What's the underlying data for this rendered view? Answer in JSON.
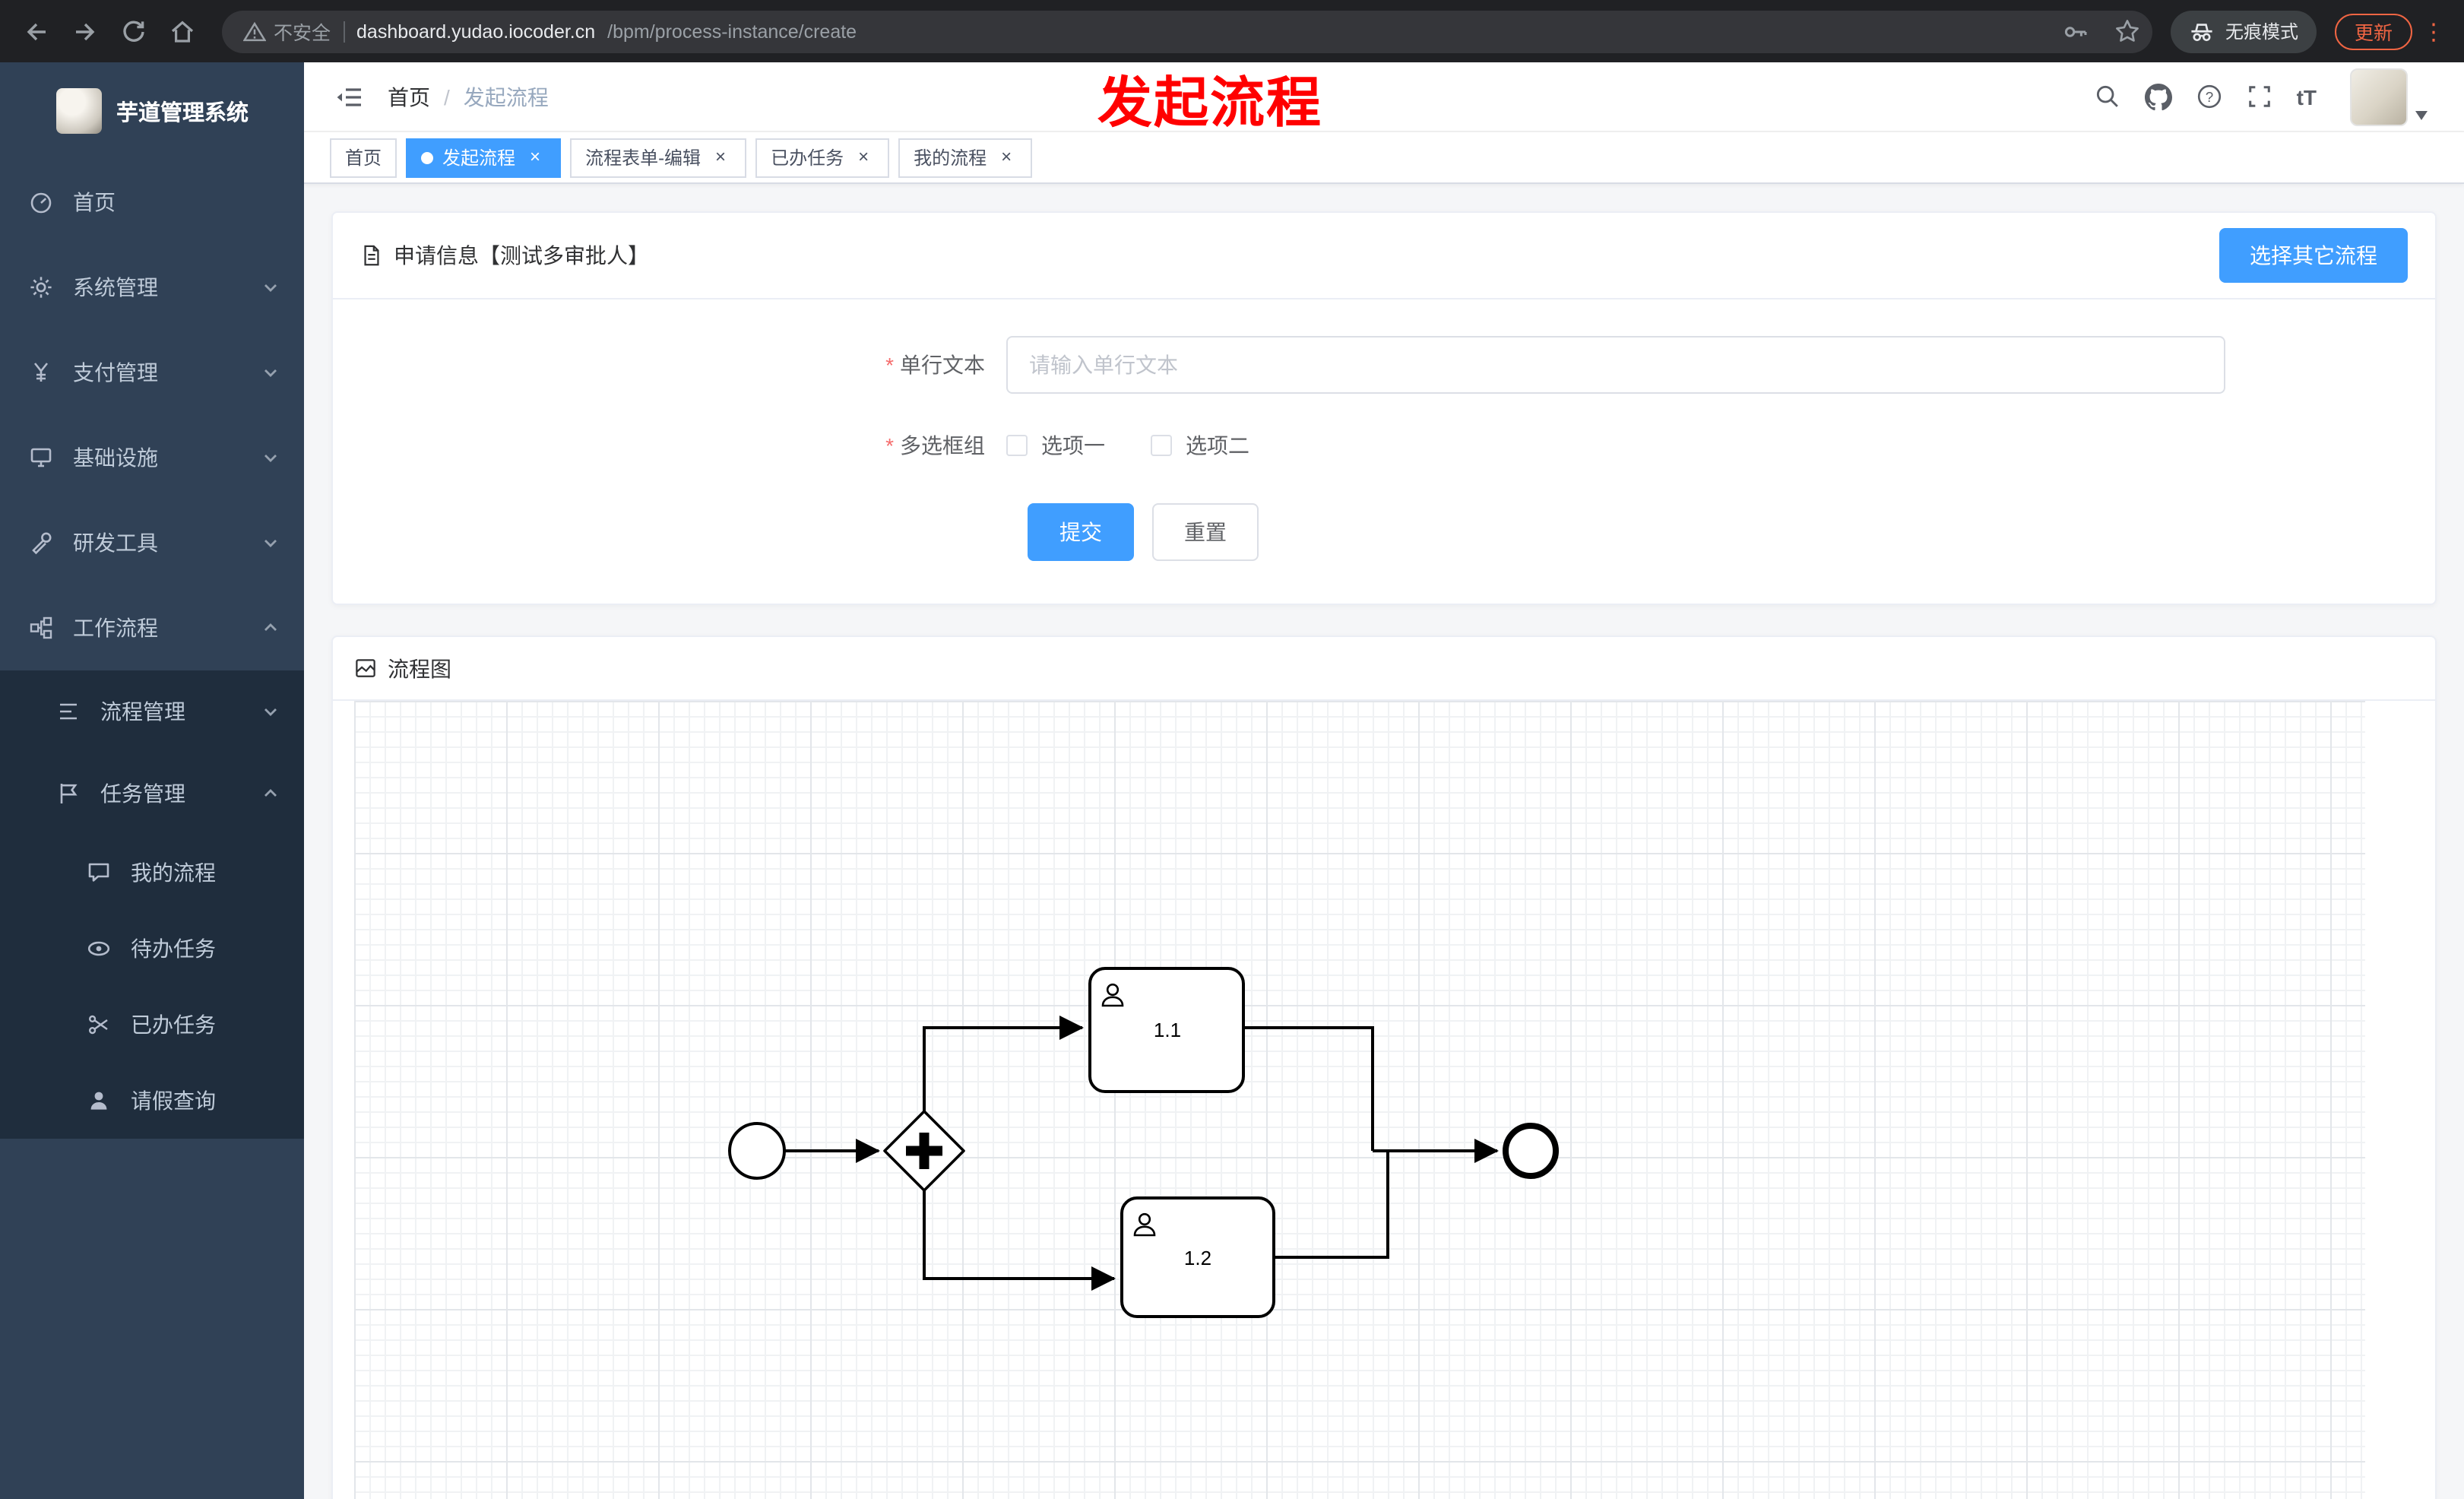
{
  "browser": {
    "security_label": "不安全",
    "url_host": "dashboard.yudao.iocoder.cn",
    "url_path": "/bpm/process-instance/create",
    "incognito_label": "无痕模式",
    "update_label": "更新"
  },
  "sidebar": {
    "logo_title": "芋道管理系统",
    "items": [
      {
        "label": "首页"
      },
      {
        "label": "系统管理"
      },
      {
        "label": "支付管理"
      },
      {
        "label": "基础设施"
      },
      {
        "label": "研发工具"
      },
      {
        "label": "工作流程"
      }
    ],
    "submenu": [
      {
        "label": "流程管理"
      },
      {
        "label": "任务管理"
      }
    ],
    "submenu2": [
      {
        "label": "我的流程"
      },
      {
        "label": "待办任务"
      },
      {
        "label": "已办任务"
      },
      {
        "label": "请假查询"
      }
    ]
  },
  "header": {
    "breadcrumb_home": "首页",
    "breadcrumb_current": "发起流程",
    "font_size_icon_text": "tT"
  },
  "annotation": "发起流程",
  "tabs": [
    {
      "label": "首页"
    },
    {
      "label": "发起流程"
    },
    {
      "label": "流程表单-编辑"
    },
    {
      "label": "已办任务"
    },
    {
      "label": "我的流程"
    }
  ],
  "form_card": {
    "title": "申请信息【测试多审批人】",
    "choose_other_label": "选择其它流程",
    "text_field_label": "单行文本",
    "text_field_placeholder": "请输入单行文本",
    "text_field_value": "",
    "checkbox_group_label": "多选框组",
    "option1": "选项一",
    "option2": "选项二",
    "submit_label": "提交",
    "reset_label": "重置"
  },
  "diagram_card": {
    "title": "流程图",
    "task1_label": "1.1",
    "task2_label": "1.2"
  },
  "colors": {
    "accent": "#409eff",
    "annotation_red": "#ff0000",
    "sidebar_bg": "#304156",
    "sidebar_submenu_bg": "#1f2d3d"
  }
}
